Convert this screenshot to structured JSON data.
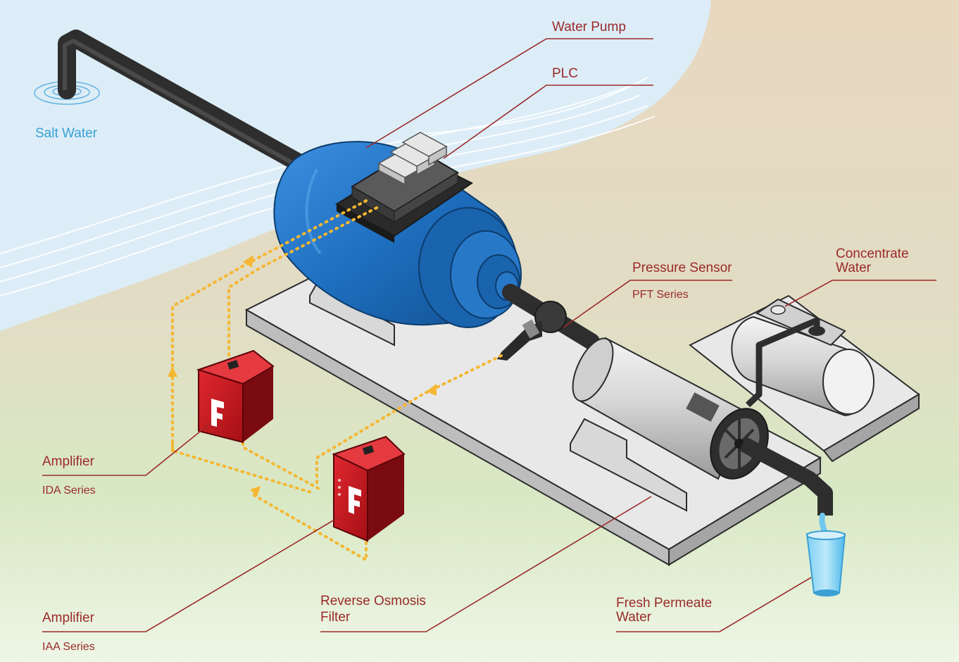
{
  "labels": {
    "salt_water": "Salt Water",
    "water_pump": "Water Pump",
    "plc": "PLC",
    "pressure_sensor": "Pressure Sensor",
    "pressure_sensor_series": "PFT Series",
    "concentrate_water_1": "Concentrate",
    "concentrate_water_2": "Water",
    "amplifier_ida": "Amplifier",
    "amplifier_ida_series": "IDA Series",
    "amplifier_iaa": "Amplifier",
    "amplifier_iaa_series": "IAA Series",
    "ro_filter_1": "Reverse Osmosis",
    "ro_filter_2": "Filter",
    "fresh_water_1": "Fresh Permeate",
    "fresh_water_2": "Water"
  },
  "colors": {
    "label_red": "#9b2a2a",
    "salt_water_blue": "#3aa0d4",
    "signal_yellow": "#f5b731",
    "pump_blue": "#1e6fc0",
    "amplifier_red": "#c8161d",
    "sea": "#dcedf7",
    "sand": "#e7d8c0",
    "grass": "#d7e9c4"
  },
  "icons": {
    "amplifier_logo": "f-logo-icon",
    "water_ripple": "ripple-icon"
  }
}
